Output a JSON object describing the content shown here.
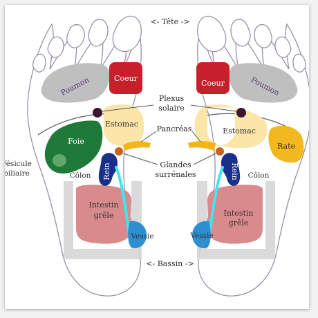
{
  "header": {
    "top_label": "<- Tête ->",
    "bottom_label": "<- Bassin ->"
  },
  "labels": {
    "coeur": "Coeur",
    "poumon": "Poumon",
    "estomac": "Estomac",
    "foie": "Foie",
    "vesicule_line1": "Vésicule",
    "vesicule_line2": "biliaire",
    "rein": "Rein",
    "colon": "Côlon",
    "intestin_line1": "Intestin",
    "intestin_line2": "grêle",
    "vessie": "Vessie",
    "plexus_line1": "Plexus",
    "plexus_line2": "solaire",
    "pancreas": "Pancréas",
    "glandes_line1": "Glandes",
    "glandes_line2": "surrénales",
    "rate": "Rate"
  },
  "colors": {
    "coeur": "#c8202a",
    "poumon": "#bfbfbf",
    "estomac": "#fbe5a8",
    "foie": "#1f7a3a",
    "vesicule": "#5fa86a",
    "rein": "#1a2f8a",
    "colon": "#d0d0d0",
    "intestin": "#d98a8d",
    "vessie": "#2e8fd0",
    "ureter": "#3fe6f2",
    "plexus": "#3c1630",
    "pancreas": "#f2b51a",
    "surrenale": "#c1651f",
    "rate": "#f2b81f"
  }
}
